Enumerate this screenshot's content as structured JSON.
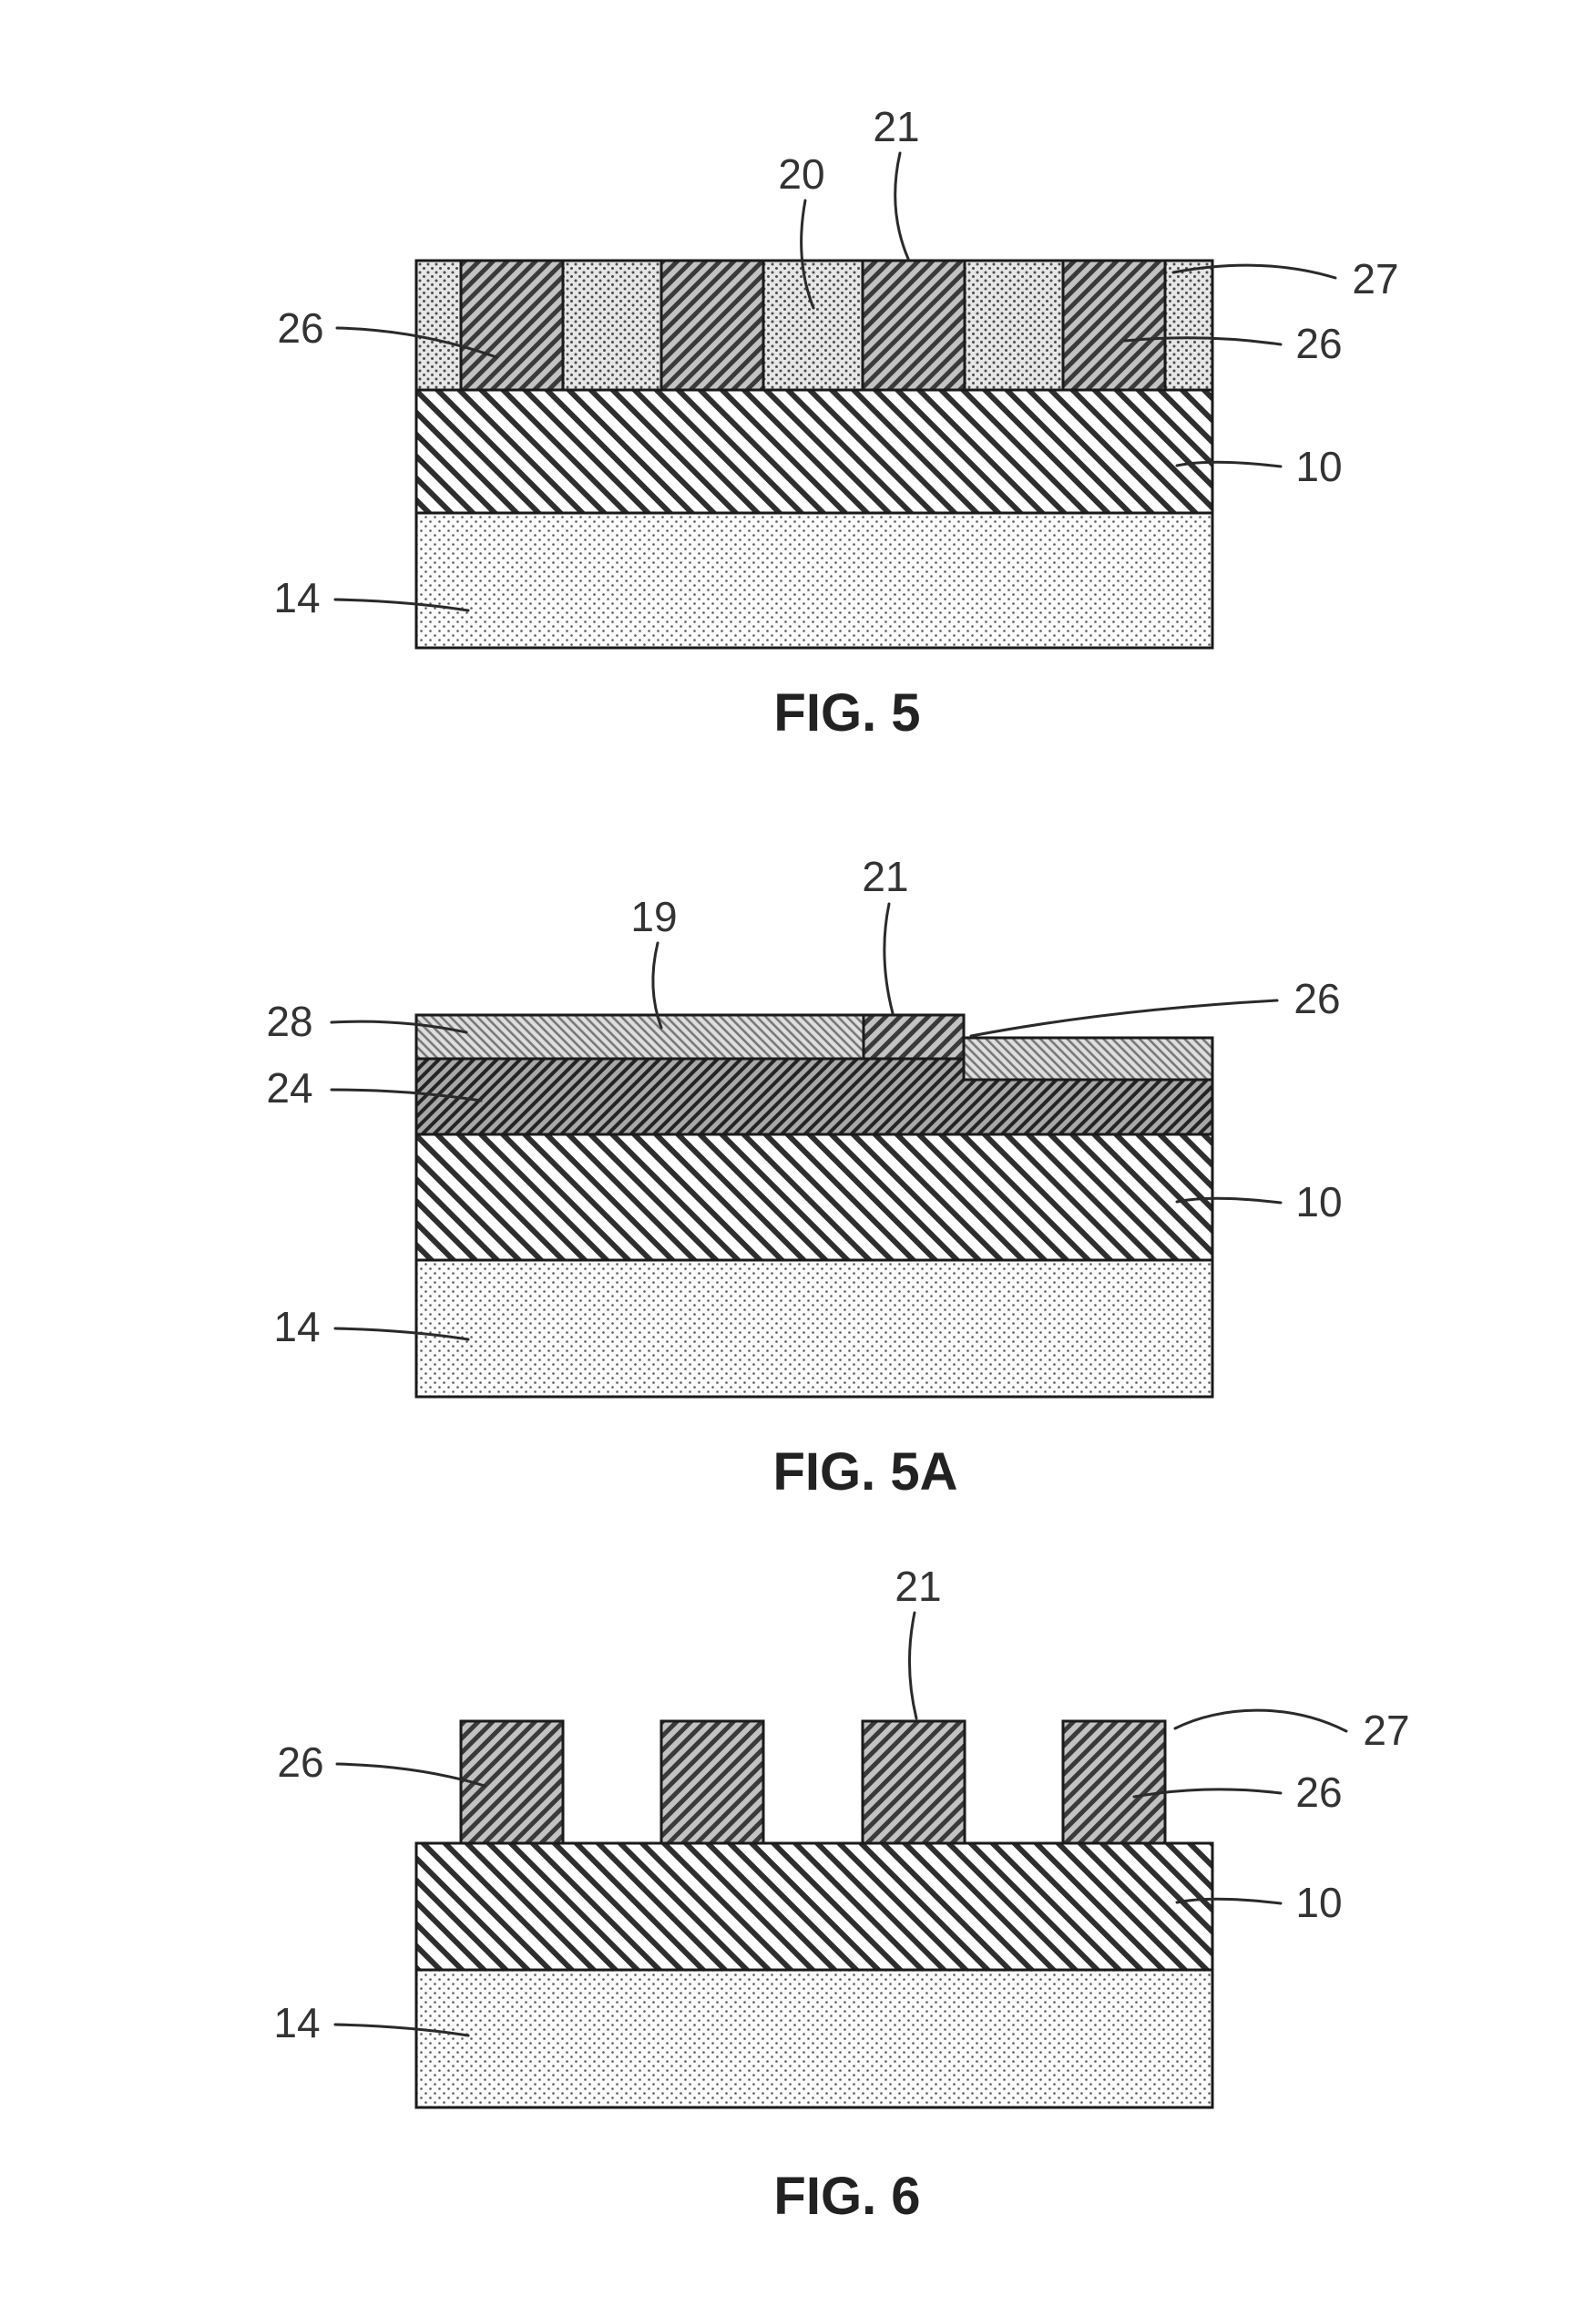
{
  "page": {
    "background": "#ffffff",
    "ink": "#1f1f1f"
  },
  "fig5": {
    "caption": "FIG. 5",
    "labels": {
      "n21": "21",
      "n20": "20",
      "n26_left": "26",
      "n27": "27",
      "n26_right": "26",
      "n10": "10",
      "n14": "14"
    }
  },
  "fig5a": {
    "caption": "FIG. 5A",
    "labels": {
      "n19": "19",
      "n21": "21",
      "n26": "26",
      "n28": "28",
      "n24": "24",
      "n10": "10",
      "n14": "14"
    }
  },
  "fig6": {
    "caption": "FIG. 6",
    "labels": {
      "n21": "21",
      "n26_left": "26",
      "n27": "27",
      "n26_right": "26",
      "n10": "10",
      "n14": "14"
    }
  }
}
